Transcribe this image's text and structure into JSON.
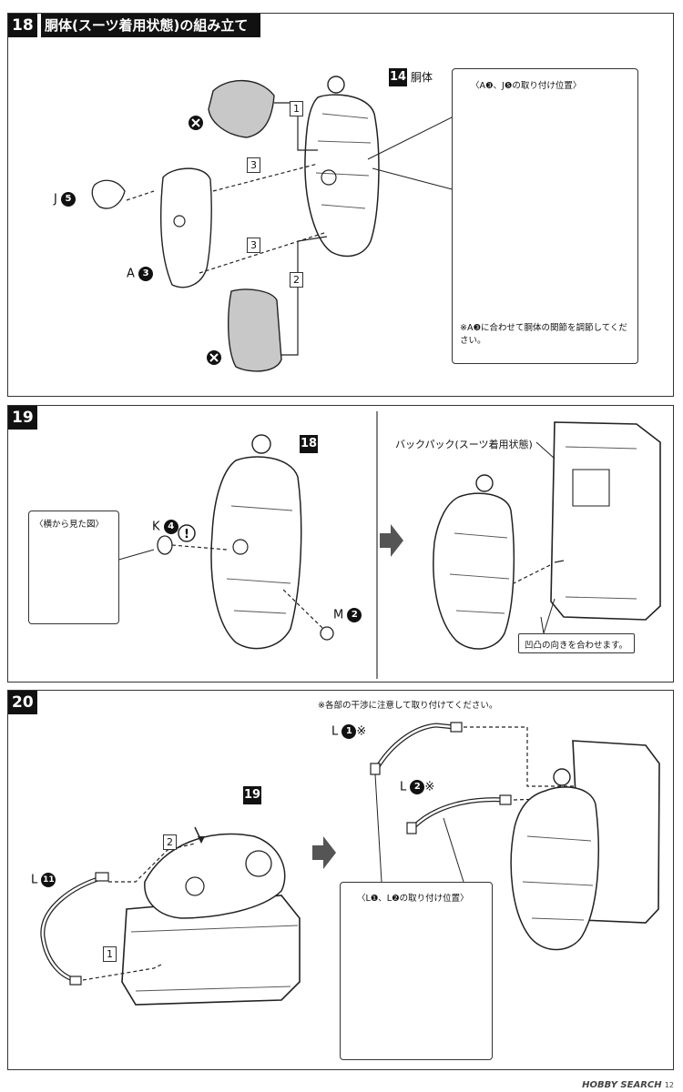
{
  "step18": {
    "number": "18",
    "title": "胴体(スーツ着用状態)の組み立て",
    "ref_number": "14",
    "ref_label": "胴体",
    "part_j": "J",
    "part_j_no": "5",
    "part_a": "A",
    "part_a_no": "3",
    "tags": [
      "1",
      "3",
      "3",
      "2"
    ],
    "box_title": "〈A❸、J❺の取り付け位置〉",
    "box_note": "※A❸に合わせて胴体の関節を調節してください。"
  },
  "step19": {
    "number": "19",
    "ref_number": "18",
    "side_view_title": "〈横から見た図〉",
    "part_k": "K",
    "part_k_no": "4",
    "part_m": "M",
    "part_m_no": "2",
    "backpack_label": "バックパック(スーツ着用状態)",
    "align_note": "凹凸の向きを合わせます。"
  },
  "step20": {
    "number": "20",
    "ref_number": "19",
    "caution": "※各部の干渉に注意して取り付けてください。",
    "part_l11": "L",
    "part_l11_no": "11",
    "part_l1": "L",
    "part_l1_no": "1",
    "part_l1_mark": "※",
    "part_l2": "L",
    "part_l2_no": "2",
    "part_l2_mark": "※",
    "tags": [
      "2",
      "1"
    ],
    "box_title": "〈L❶、L❷の取り付け位置〉"
  },
  "footer": {
    "brand": "HOBBY SEARCH",
    "page": "12"
  }
}
